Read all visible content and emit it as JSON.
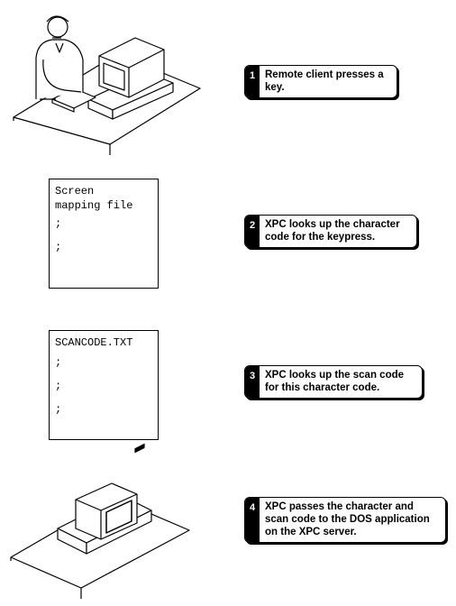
{
  "steps": [
    {
      "number": "1",
      "text": "Remote client presses a key."
    },
    {
      "number": "2",
      "text": "XPC looks up the character code for the keypress."
    },
    {
      "number": "3",
      "text": "XPC looks up the scan code for this character code."
    },
    {
      "number": "4",
      "text": "XPC passes the character and scan code to the DOS application on the XPC server."
    }
  ],
  "documents": {
    "screen_mapping": {
      "line1": "Screen",
      "line2": "mapping file",
      "dots1": ";",
      "dots2": ";"
    },
    "scancode": {
      "line1": "SCANCODE.TXT",
      "dots1": ";",
      "dots2": ";",
      "dots3": ";"
    }
  }
}
